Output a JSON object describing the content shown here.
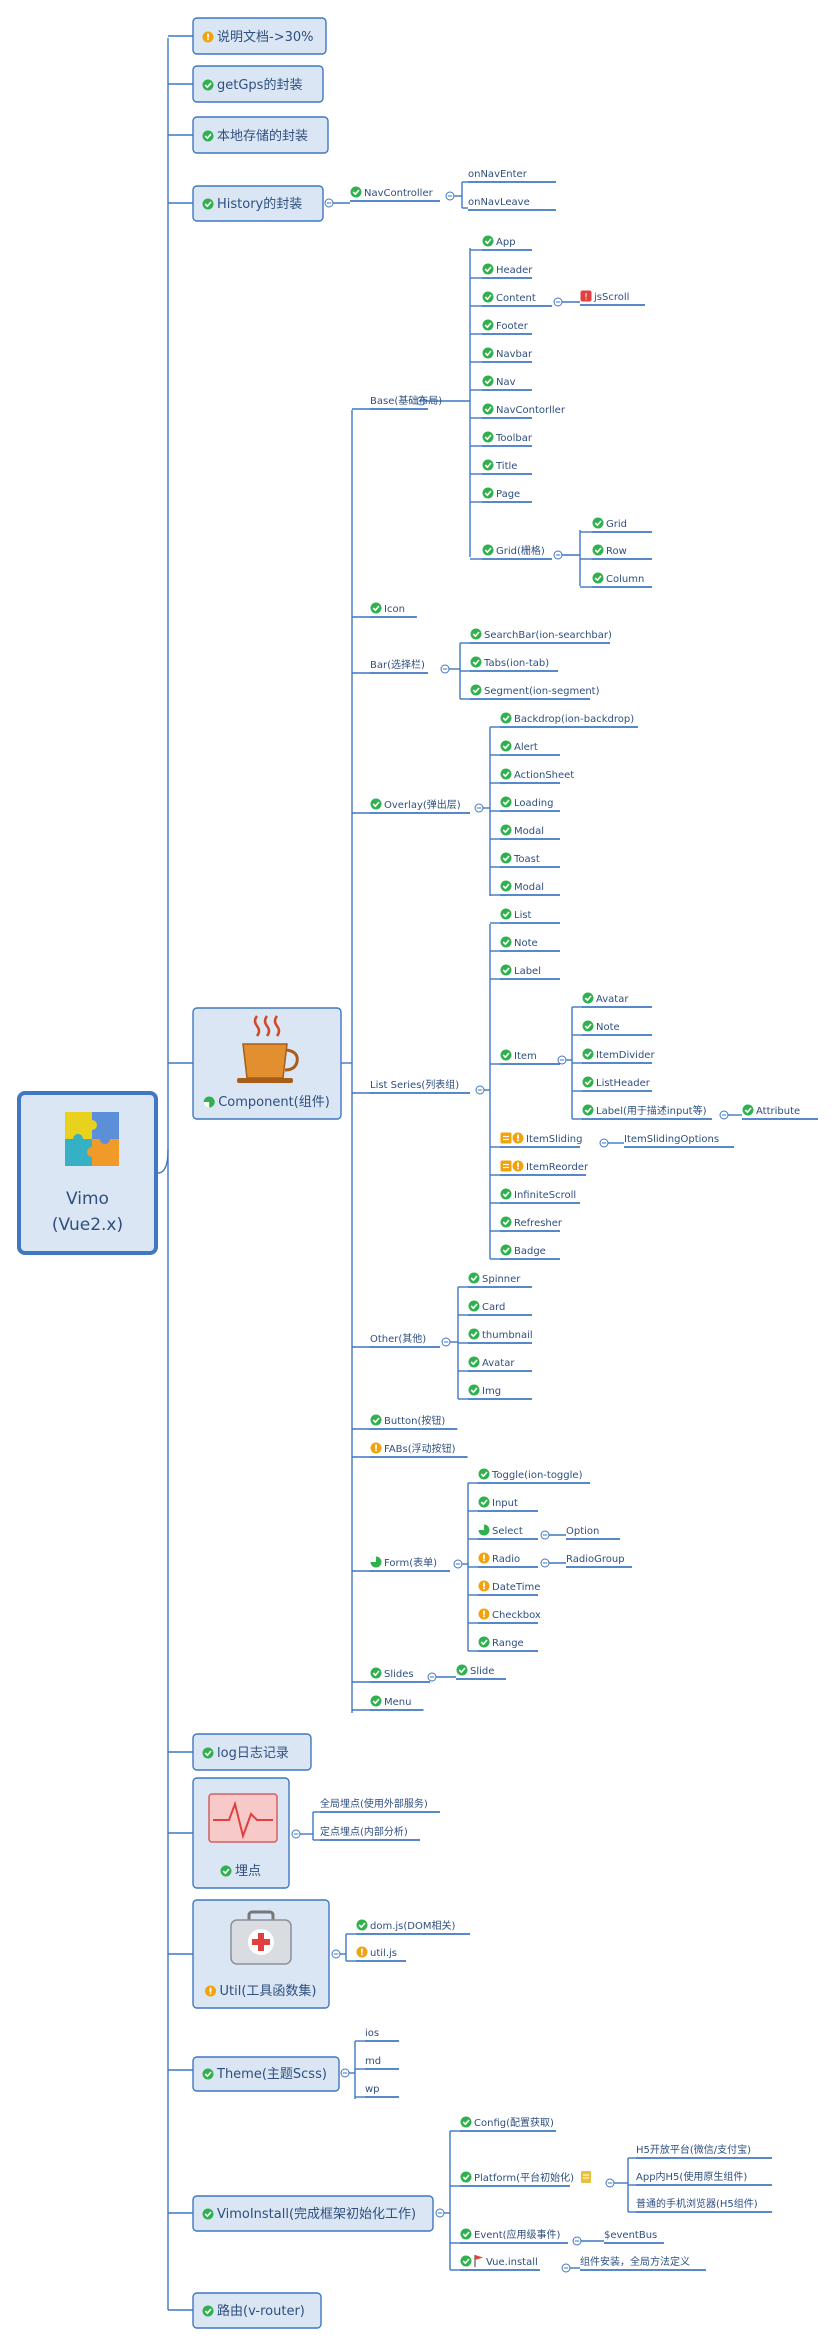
{
  "root": {
    "line1": "Vimo",
    "line2": "(Vue2.x)"
  },
  "branches": {
    "docs": "说明文档->30%",
    "gps": "getGps的封装",
    "storage": "本地存储的封装",
    "history": "History的封装",
    "component": "Component(组件)",
    "log": "log日志记录",
    "track": "埋点",
    "util": "Util(工具函数集)",
    "theme": "Theme(主题Scss)",
    "install": "VimoInstall(完成框架初始化工作)",
    "router": "路由(v-router)"
  },
  "history": {
    "nav": "NavController",
    "enter": "onNavEnter",
    "leave": "onNavLeave"
  },
  "component": {
    "base": "Base(基础布局)",
    "base_items": [
      "App",
      "Header",
      "Content",
      "Footer",
      "Navbar",
      "Nav",
      "NavContorller",
      "Toolbar",
      "Title",
      "Page",
      "Grid(栅格)"
    ],
    "jsscroll": "jsScroll",
    "grid_items": [
      "Grid",
      "Row",
      "Column"
    ],
    "icon": "Icon",
    "bar": "Bar(选择栏)",
    "bar_items": [
      "SearchBar(ion-searchbar)",
      "Tabs(ion-tab)",
      "Segment(ion-segment)"
    ],
    "overlay": "Overlay(弹出层)",
    "overlay_items": [
      "Backdrop(ion-backdrop)",
      "Alert",
      "ActionSheet",
      "Loading",
      "Modal",
      "Toast",
      "Modal"
    ],
    "list": "List Series(列表组)",
    "list_items": [
      "List",
      "Note",
      "Label",
      "Item",
      "ItemSliding",
      "ItemReorder",
      "InfiniteScroll",
      "Refresher",
      "Badge"
    ],
    "item_items": [
      "Avatar",
      "Note",
      "ItemDivider",
      "ListHeader",
      "Label(用于描述input等)"
    ],
    "attribute": "Attribute",
    "sliding_options": "ItemSlidingOptions",
    "other": "Other(其他)",
    "other_items": [
      "Spinner",
      "Card",
      "thumbnail",
      "Avatar",
      "Img"
    ],
    "button": "Button(按钮)",
    "fabs": "FABs(浮动按钮)",
    "form": "Form(表单)",
    "form_items": [
      "Toggle(ion-toggle)",
      "Input",
      "Select",
      "Radio",
      "DateTime",
      "Checkbox",
      "Range"
    ],
    "option": "Option",
    "radiogroup": "RadioGroup",
    "slides": "Slides",
    "slide": "Slide",
    "menu": "Menu"
  },
  "track": {
    "items": [
      "全局埋点(使用外部服务)",
      "定点埋点(内部分析)"
    ]
  },
  "util": {
    "items": [
      "dom.js(DOM相关)",
      "util.js"
    ]
  },
  "theme": {
    "items": [
      "ios",
      "md",
      "wp"
    ]
  },
  "install": {
    "config": "Config(配置获取)",
    "platform": "Platform(平台初始化)",
    "platform_items": [
      "H5开放平台(微信/支付宝)",
      "App内H5(使用原生组件)",
      "普通的手机浏览器(H5组件)"
    ],
    "event": "Event(应用级事件)",
    "eventbus": "$eventBus",
    "vueinstall": "Vue.install",
    "vueinstall_desc": "组件安装，全局方法定义"
  },
  "colors": {
    "line": "#3f77c2",
    "box_fill": "#dbe6f4",
    "text": "#2f4f80",
    "done": "#2fb14e",
    "warn": "#f2a20c",
    "red": "#e04040"
  }
}
